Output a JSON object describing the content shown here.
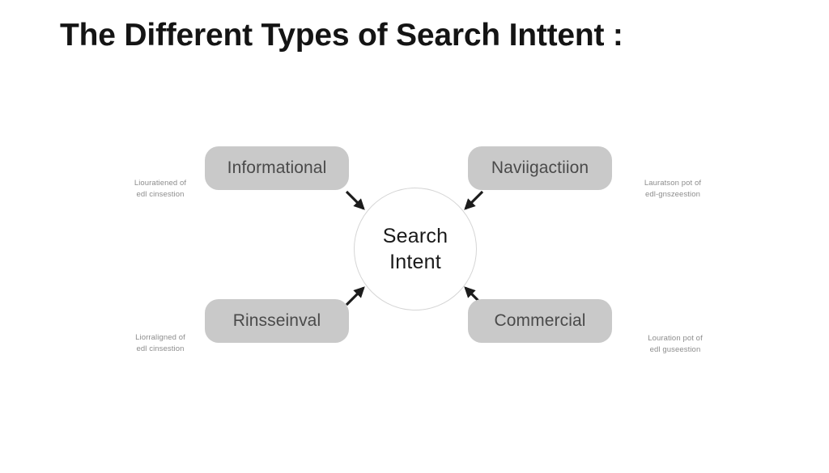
{
  "slide": {
    "title": "The Different Types of Search Inttent :",
    "background_color": "#ffffff",
    "box_fill_color": "#c9c9c9",
    "box_text_color": "#4a4a4a",
    "title_color": "#141414",
    "caption_color": "#8d8d8d",
    "circle_border_color": "#d5d5d5"
  },
  "center": {
    "line1": "Search",
    "line2": "Intent"
  },
  "nodes": [
    {
      "id": "informational",
      "label": "Informational",
      "position": "top-left",
      "caption_line1": "Liouratiened of",
      "caption_line2": "edl cinsestion"
    },
    {
      "id": "navigational",
      "label": "Naviigactiion",
      "position": "top-right",
      "caption_line1": "Lauratson pot of",
      "caption_line2": "edl-gnszeestion"
    },
    {
      "id": "transactional",
      "label": "Rinsseinval",
      "position": "bottom-left",
      "caption_line1": "Liorraligned of",
      "caption_line2": "edl cinsestion"
    },
    {
      "id": "commercial",
      "label": "Commercial",
      "position": "bottom-right",
      "caption_line1": "Louration pot of",
      "caption_line2": "edl guseestion"
    }
  ]
}
